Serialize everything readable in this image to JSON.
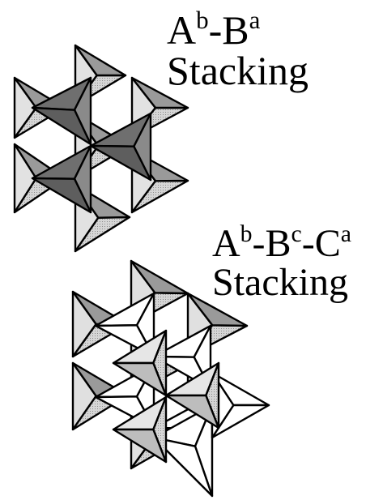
{
  "labels": {
    "ab": {
      "a": "A",
      "a_sup": "b",
      "dash": "-",
      "b": "B",
      "b_sup": "a",
      "line2": "Stacking"
    },
    "abc": {
      "a": "A",
      "a_sup": "b",
      "dash1": "-",
      "b": "B",
      "b_sup": "c",
      "dash2": "-",
      "c": "C",
      "c_sup": "a",
      "line2": "Stacking"
    }
  },
  "colors": {
    "stroke": "#000000",
    "dark_tetra": "#7a7a7a",
    "light_tetra": "#c8c8c8",
    "white_tetra": "#ffffff"
  }
}
